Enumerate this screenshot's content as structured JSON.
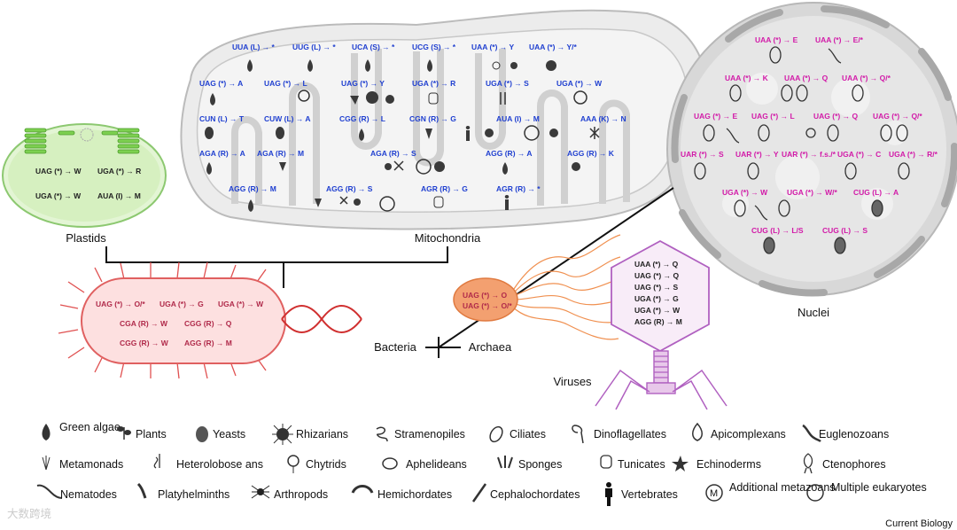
{
  "labels": {
    "plastids": "Plastids",
    "mitochondria": "Mitochondria",
    "nuclei": "Nuclei",
    "bacteria": "Bacteria",
    "archaea": "Archaea",
    "viruses": "Viruses",
    "credit": "Current Biology",
    "watermark": "大数跨境"
  },
  "plastid_codes": [
    "UAG (*) → W",
    "UGA (*) → R",
    "UGA (*) → W",
    "AUA (I) → M"
  ],
  "mito_codes": [
    "UUA (L) → *",
    "UUG (L) → *",
    "UCA (S) → *",
    "UCG (S) → *",
    "UAA (*) → Y",
    "UAA (*) → Y/*",
    "UAG (*) → A",
    "UAG (*) → L",
    "UAG (*) → Y",
    "UGA (*) → R",
    "UGA (*) → S",
    "UGA (*) → W",
    "CUN (L) → T",
    "CUW (L) → A",
    "CGG (R) → L",
    "CGN (R) → G",
    "AUA (I) → M",
    "AAA (K) → N",
    "AGA (R) → A",
    "AGA (R) → M",
    "AGA (R) → S",
    "AGG (R) → A",
    "AGG (R) → K",
    "AGG (R) → M",
    "AGG (R) → S",
    "AGR (R) → G",
    "AGR (R) → *"
  ],
  "nuclear_codes": [
    "UAA (*) → E",
    "UAA (*) → E/*",
    "UAA (*) → K",
    "UAA (*) → Q",
    "UAA (*) → Q/*",
    "UAG (*) → E",
    "UAG (*) → L",
    "UAG (*) → Q",
    "UAG (*) → Q/*",
    "UAR (*) → S",
    "UAR (*) → Y",
    "UAR (*) → f.s./*",
    "UGA (*) → C",
    "UGA (*) → R/*",
    "UGA (*) → W",
    "UGA (*) → W/*",
    "CUG (L) → A",
    "CUG (L) → L/S",
    "CUG (L) → S"
  ],
  "archaea_codes": [
    "UAG (*) → O",
    "UAG (*) → O/*"
  ],
  "virus_codes": [
    "UAA (*) → Q",
    "UAG (*) → Q",
    "UAG (*) → S",
    "UGA (*) → G",
    "UGA (*) → W",
    "AGG (R) → M"
  ],
  "bacteria_codes": [
    "UAG (*) → O/*",
    "UGA (*) → G",
    "UGA (*) → W",
    "CGA (R) → W",
    "CGG (R) → Q",
    "CGG (R) → W",
    "AGG (R) → M"
  ],
  "legend": [
    "Green algae",
    "Plants",
    "Yeasts",
    "Rhizarians",
    "Stramenopiles",
    "Ciliates",
    "Dinoflagellates",
    "Apicomplexans",
    "Euglenozoans",
    "Metamonads",
    "Heterolobose ans",
    "Chytrids",
    "Aphelideans",
    "Sponges",
    "Tunicates",
    "Echinoderms",
    "Ctenophores",
    "Nematodes",
    "Platyhelminths",
    "Arthropods",
    "Hemichordates",
    "Cephalochordates",
    "Vertebrates",
    "Additional metazoans",
    "Multiple eukaryotes"
  ],
  "colors": {
    "mito": "#1f3fd0",
    "nuclear": "#d21aa8",
    "plastid_fill": "#d6f0c0",
    "bacteria_fill": "#fde0e0",
    "archaea_fill": "#f3a070",
    "virus_stroke": "#b060c0"
  }
}
